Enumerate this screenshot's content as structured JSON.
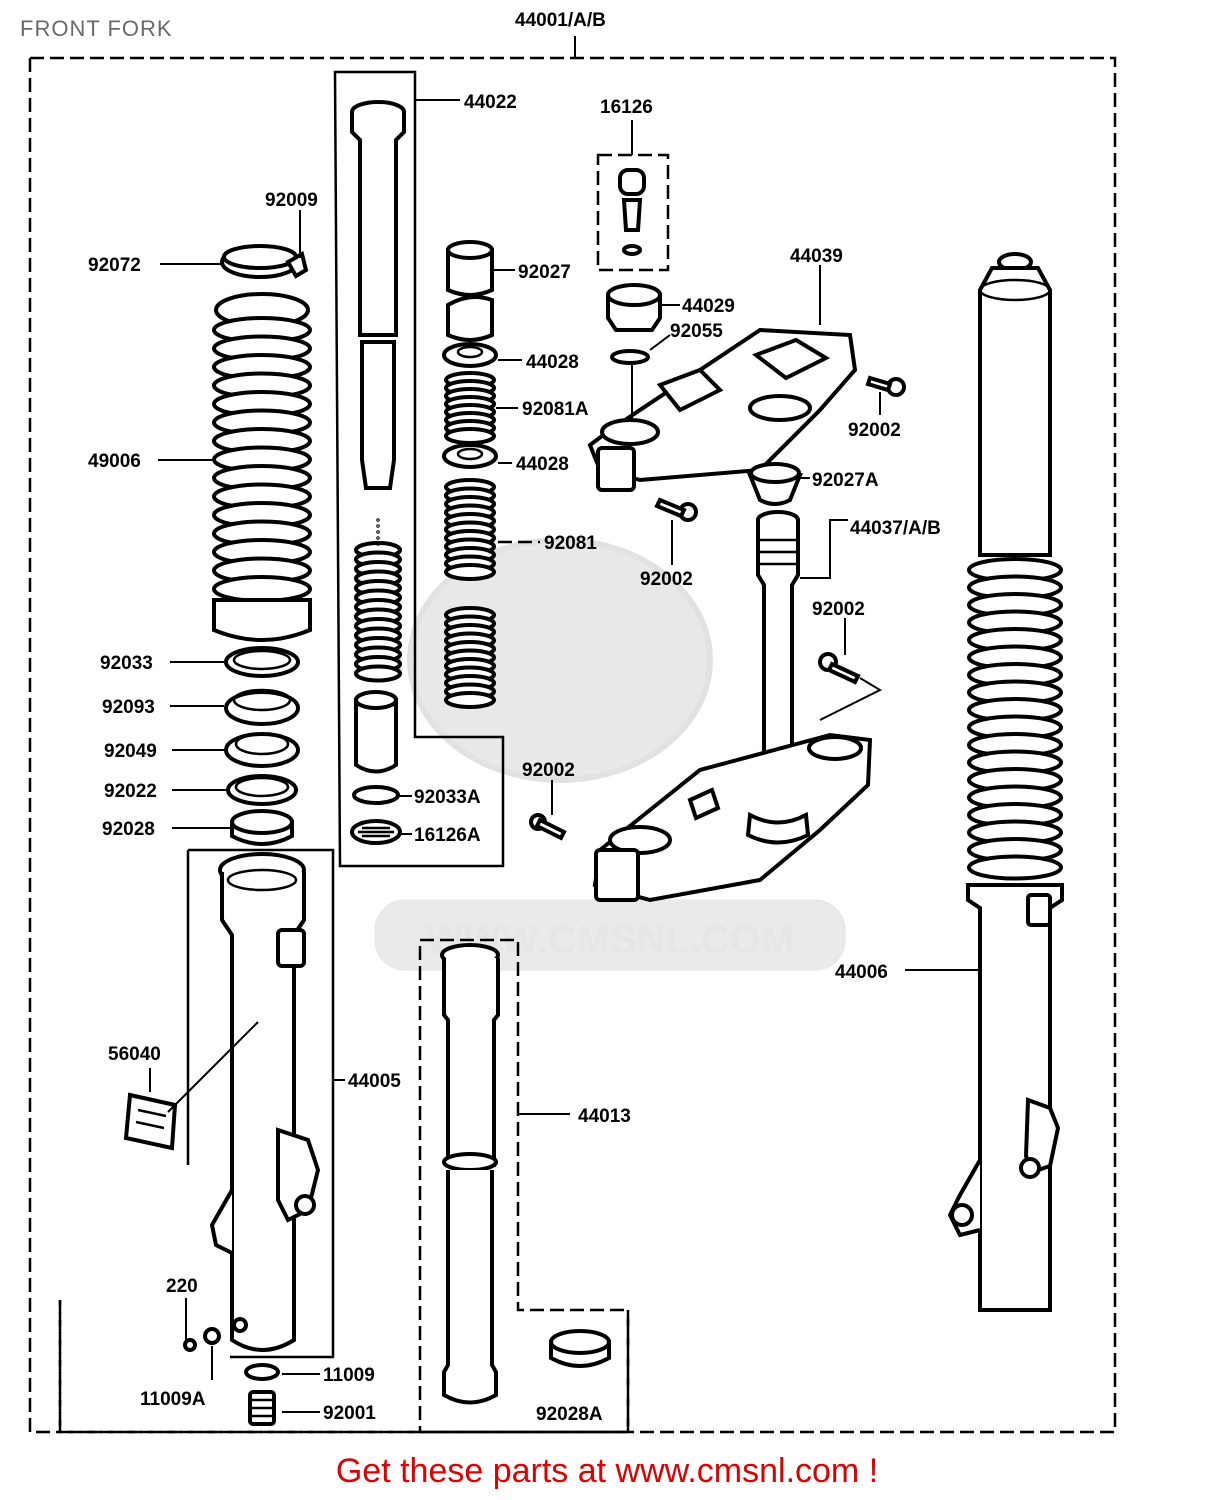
{
  "title": "FRONT FORK",
  "watermark": "WWW.CMSNL.COM",
  "footer": "Get these parts at www.cmsnl.com !",
  "colors": {
    "footer": "#dd0000",
    "title": "#6a6a6a",
    "watermark": "#d9d9d9"
  },
  "parts": {
    "p44001": "44001/A/B",
    "p44022": "44022",
    "p16126": "16126",
    "p92009": "92009",
    "p92072": "92072",
    "p92027": "92027",
    "p44039": "44039",
    "p44029": "44029",
    "p92055": "92055",
    "p44028a": "44028",
    "p92081a": "92081A",
    "p92002a": "92002",
    "p49006": "49006",
    "p44028b": "44028",
    "p92027a": "92027A",
    "p44037": "44037/A/B",
    "p92081": "92081",
    "p92002b": "92002",
    "p92002c": "92002",
    "p92033": "92033",
    "p92093": "92093",
    "p92049": "92049",
    "p92022": "92022",
    "p92002d": "92002",
    "p92033a": "92033A",
    "p92028": "92028",
    "p16126a": "16126A",
    "p44006": "44006",
    "p56040": "56040",
    "p44005": "44005",
    "p44013": "44013",
    "p220": "220",
    "p11009": "11009",
    "p11009a": "11009A",
    "p92001": "92001",
    "p92028a": "92028A"
  }
}
